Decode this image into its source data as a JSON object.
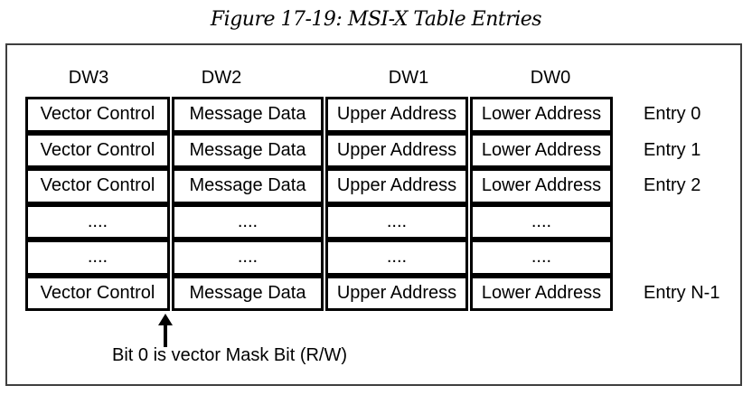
{
  "figure": {
    "title": "Figure 17-19: MSI-X Table Entries"
  },
  "table": {
    "column_headers": [
      "DW3",
      "DW2",
      "DW1",
      "DW0"
    ],
    "rows": [
      {
        "cells": [
          "Vector Control",
          "Message Data",
          "Upper Address",
          "Lower Address"
        ],
        "entry_label": "Entry 0"
      },
      {
        "cells": [
          "Vector Control",
          "Message Data",
          "Upper Address",
          "Lower Address"
        ],
        "entry_label": "Entry 1"
      },
      {
        "cells": [
          "Vector Control",
          "Message Data",
          "Upper Address",
          "Lower Address"
        ],
        "entry_label": "Entry 2"
      },
      {
        "cells": [
          "....",
          "....",
          "....",
          "...."
        ],
        "entry_label": ""
      },
      {
        "cells": [
          "....",
          "....",
          "....",
          "...."
        ],
        "entry_label": ""
      },
      {
        "cells": [
          "Vector Control",
          "Message Data",
          "Upper Address",
          "Lower Address"
        ],
        "entry_label": "Entry N-1"
      }
    ]
  },
  "annotation": {
    "text": "Bit 0 is vector Mask Bit (R/W)"
  },
  "colors": {
    "line": "#000000",
    "frame": "#3f3f3f",
    "text": "#000000",
    "background": "#ffffff"
  }
}
